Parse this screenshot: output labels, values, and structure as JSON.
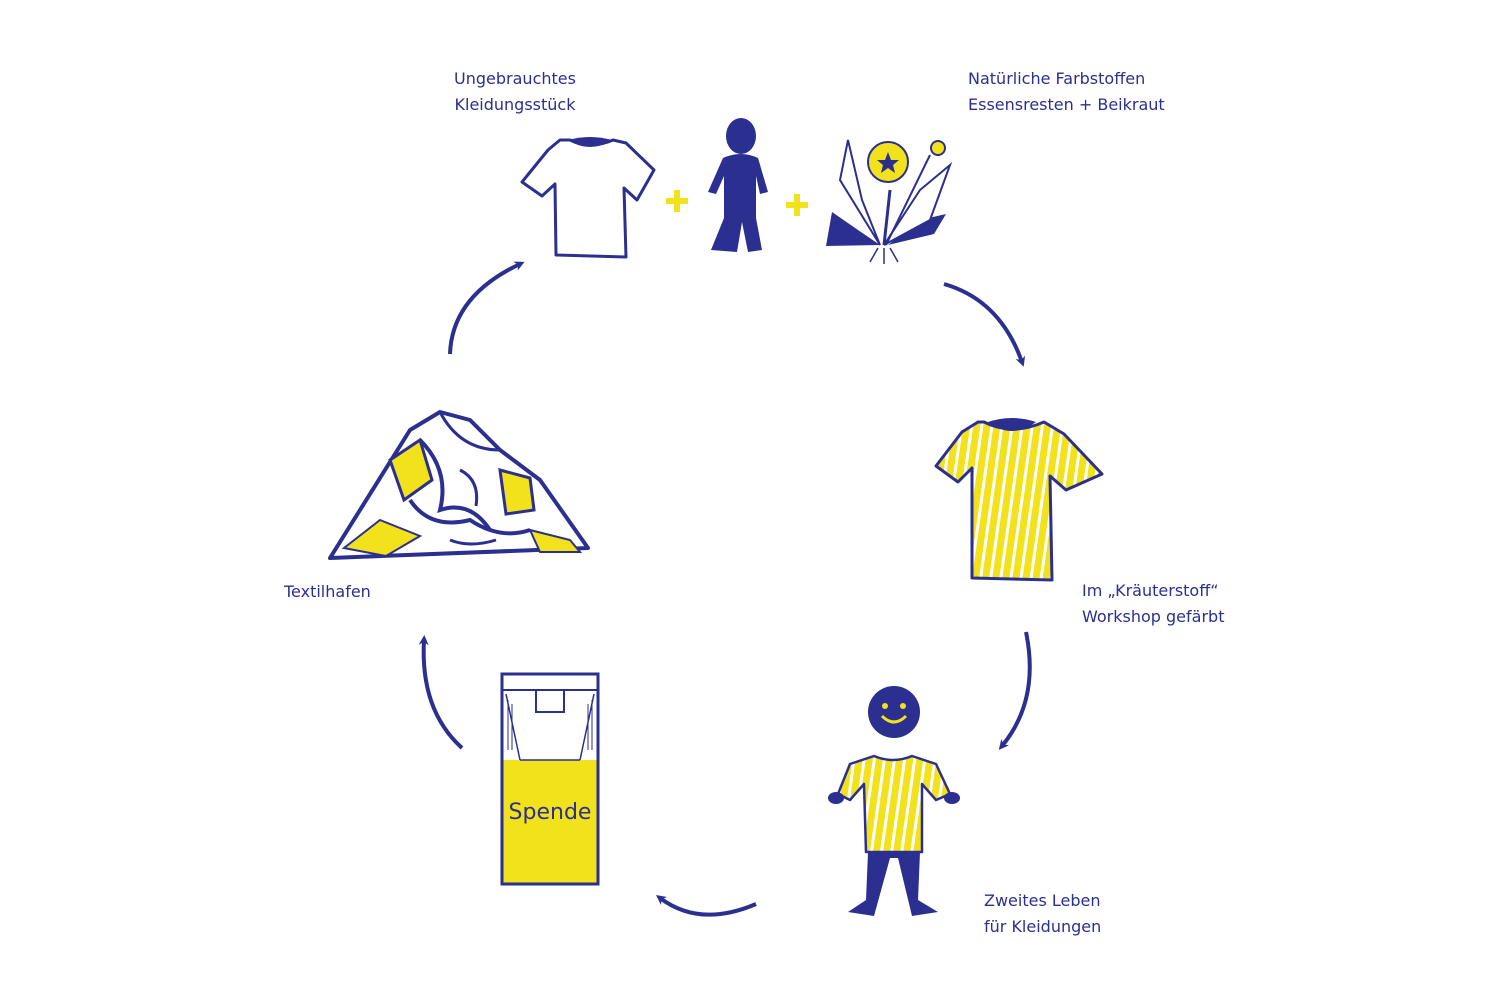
{
  "colors": {
    "ink": "#2b2f8f",
    "accent_yellow": "#f2e21c",
    "background": "#ffffff"
  },
  "nodes": {
    "unused_garment": {
      "line1": "Ungebrauchtes",
      "line2": "Kleidungsstück",
      "icon": "tshirt-icon"
    },
    "person": {
      "icon": "person-icon"
    },
    "natural_dyes": {
      "line1": "Natürliche  Farbstoffen",
      "line2": "Essensresten + Beikraut",
      "icon": "dandelion-plant-icon"
    },
    "dyed_garment": {
      "line1": "Im „Kräuterstoff“",
      "line2": "Workshop gefärbt",
      "icon": "striped-tshirt-icon"
    },
    "second_life": {
      "line1": "Zweites Leben",
      "line2": "für Kleidungen",
      "icon": "child-in-shirt-icon"
    },
    "donation": {
      "box_label": "Spende",
      "icon": "donation-box-icon"
    },
    "textile_harbor": {
      "line1": "Textilhafen",
      "icon": "clothes-pile-icon"
    }
  },
  "connectors": {
    "plus_icon": "plus-icon",
    "arrow_icon": "curved-arrow-icon"
  }
}
